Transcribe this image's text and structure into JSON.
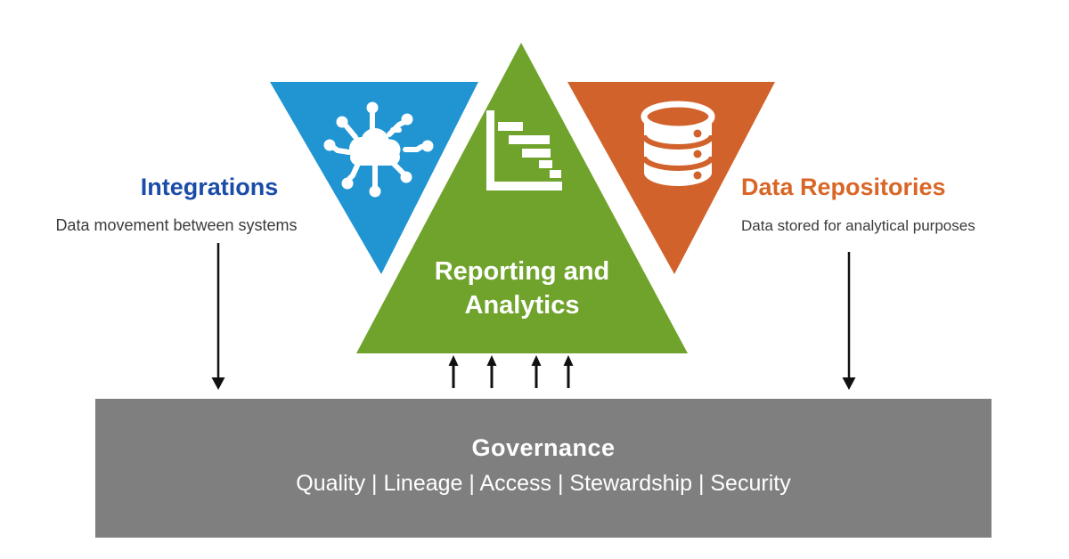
{
  "colors": {
    "background": "#FFFFFF",
    "blue_triangle": "#2095D2",
    "green_triangle": "#6FA32B",
    "orange_triangle": "#D2622B",
    "gray_bar": "#7F7F7F",
    "blue_title": "#1A4CA8",
    "orange_title": "#D96627",
    "subtitle_text": "#3B3B3B",
    "white_text": "#FFFFFF",
    "arrow": "#111111"
  },
  "integrations": {
    "title": "Integrations",
    "subtitle": "Data movement between systems",
    "icon": "cloud-network-icon"
  },
  "reporting": {
    "title_line1": "Reporting and",
    "title_line2": "Analytics",
    "icon": "gantt-chart-icon"
  },
  "repositories": {
    "title": "Data Repositories",
    "subtitle": "Data stored for analytical purposes",
    "icon": "database-icon"
  },
  "governance": {
    "title": "Governance",
    "items": [
      "Quality",
      "Lineage",
      "Access",
      "Stewardship",
      "Security"
    ],
    "subtitle": "Quality | Lineage | Access | Stewardship | Security"
  },
  "arrows": {
    "down_count": 2,
    "up_count": 4
  }
}
